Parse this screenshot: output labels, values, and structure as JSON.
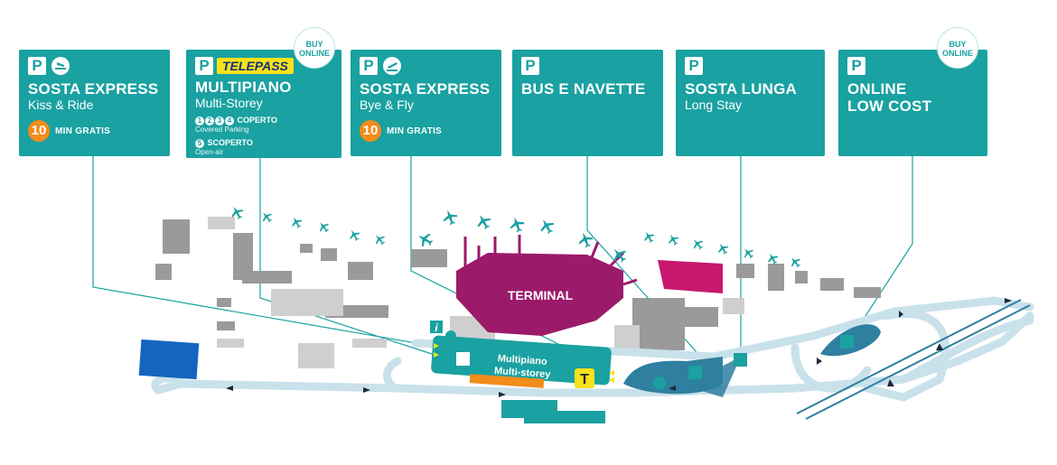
{
  "cards": [
    {
      "title": "SOSTA EXPRESS",
      "subtitle": "Kiss & Ride",
      "minutes": "10",
      "minutes_label": "MIN GRATIS"
    },
    {
      "badge": "TELEPASS",
      "title": "MULTIPIANO",
      "subtitle": "Multi-Storey",
      "levels": [
        "1",
        "2",
        "3",
        "4"
      ],
      "covered_label": "COPERTO",
      "covered_sub": "Covered Parking",
      "open_level": "5",
      "open_label": "SCOPERTO",
      "open_sub": "Open-air"
    },
    {
      "title": "SOSTA EXPRESS",
      "subtitle": "Bye & Fly",
      "minutes": "10",
      "minutes_label": "MIN GRATIS"
    },
    {
      "title": "BUS E NAVETTE"
    },
    {
      "title": "SOSTA LUNGA",
      "subtitle": "Long Stay"
    },
    {
      "title": "ONLINE",
      "title2": "LOW COST"
    }
  ],
  "parking_symbol": "P",
  "buy_online": [
    "BUY",
    "ONLINE"
  ],
  "map": {
    "terminal_label": "TERMINAL",
    "multipiano_label": "Multipiano",
    "multistorey_label": "Multi-storey",
    "info_symbol": "i",
    "telepass_symbol": "T"
  },
  "colors": {
    "card": "#1aa1a1",
    "terminal": "#9b1a6a",
    "magenta": "#c8176f",
    "accent_orange": "#f28c1a",
    "road": "#c9e1ea",
    "parking_dark": "#2f7fa0",
    "building_grey": "#9a9a9a",
    "blue_block": "#1565c0",
    "telepass_yellow": "#f7e21b"
  }
}
